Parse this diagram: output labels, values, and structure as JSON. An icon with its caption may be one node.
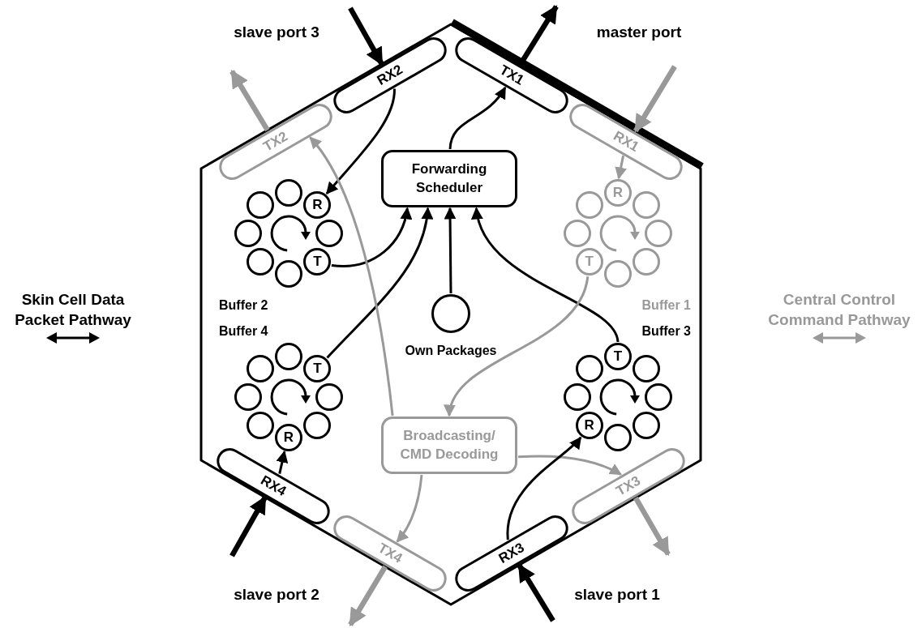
{
  "diagram": {
    "nodes": [
      {
        "text": [
          "RX2"
        ]
      },
      {
        "text": [
          "TX1"
        ]
      },
      {
        "text": [
          "TX2"
        ]
      },
      {
        "text": [
          "RX1"
        ]
      },
      {
        "text": [
          "Forwarding Scheduler"
        ]
      },
      {
        "text": [],
        "shape": "circle"
      },
      {
        "text": [
          "R"
        ]
      },
      {
        "text": [],
        "shape": "circle"
      },
      {
        "text": [
          "T"
        ]
      },
      {
        "text": [],
        "shape": "circle"
      },
      {
        "text": [],
        "shape": "circle"
      },
      {
        "text": [],
        "shape": "circle"
      },
      {
        "text": [],
        "shape": "circle"
      },
      {
        "text": [
          "R"
        ]
      },
      {
        "text": [],
        "shape": "circle"
      },
      {
        "text": [],
        "shape": "circle"
      },
      {
        "text": [],
        "shape": "circle"
      },
      {
        "text": [],
        "shape": "circle"
      },
      {
        "text": [
          "T"
        ]
      },
      {
        "text": [],
        "shape": "circle"
      },
      {
        "text": [],
        "shape": "circle"
      },
      {
        "text": [],
        "shape": "circle",
        "beside": [
          "Own Packages"
        ]
      },
      {
        "text": [],
        "shape": "circle"
      },
      {
        "text": [
          "T"
        ]
      },
      {
        "text": [],
        "shape": "circle"
      },
      {
        "text": [],
        "shape": "circle"
      },
      {
        "text": [
          "R"
        ]
      },
      {
        "text": [],
        "shape": "circle"
      },
      {
        "text": [],
        "shape": "circle"
      },
      {
        "text": [],
        "shape": "circle"
      },
      {
        "text": [
          "T"
        ]
      },
      {
        "text": [],
        "shape": "circle"
      },
      {
        "text": [],
        "shape": "circle"
      },
      {
        "text": [],
        "shape": "circle"
      },
      {
        "text": [],
        "shape": "circle"
      },
      {
        "text": [
          "R"
        ]
      },
      {
        "text": [],
        "shape": "circle"
      },
      {
        "text": [],
        "shape": "circle"
      },
      {
        "text": [
          "Broadcasting/ CMD Decoding"
        ]
      },
      {
        "text": [
          "RX4"
        ]
      },
      {
        "text": [
          "TX4"
        ]
      },
      {
        "text": [
          "RX3"
        ]
      },
      {
        "text": [
          "TX3"
        ]
      }
    ],
    "edges": [
      {
        "from": null,
        "to": 0,
        "arrow": "to",
        "style": "thick"
      },
      {
        "from": 1,
        "to": null,
        "arrow": "to",
        "style": "thick"
      },
      {
        "from": null,
        "to": 3,
        "arrow": "to",
        "style": "thick",
        "color": "#999999"
      },
      {
        "from": 2,
        "to": null,
        "arrow": "to",
        "style": "thick",
        "color": "#999999"
      },
      {
        "from": null,
        "to": 39,
        "arrow": "to",
        "style": "thick"
      },
      {
        "from": 40,
        "to": null,
        "arrow": "to",
        "style": "thick",
        "color": "#999999"
      },
      {
        "from": null,
        "to": 41,
        "arrow": "to",
        "style": "thick"
      },
      {
        "from": 42,
        "to": null,
        "arrow": "to",
        "style": "thick",
        "color": "#999999"
      },
      {
        "from": 0,
        "to": 6,
        "arrow": "to"
      },
      {
        "from": 8,
        "to": 4,
        "arrow": "to"
      },
      {
        "from": 23,
        "to": 4,
        "arrow": "to"
      },
      {
        "from": 21,
        "to": 4,
        "arrow": "to"
      },
      {
        "from": 30,
        "to": 4,
        "arrow": "to"
      },
      {
        "from": 4,
        "to": 1,
        "arrow": "to"
      },
      {
        "from": 3,
        "to": 13,
        "arrow": "to",
        "color": "#999999"
      },
      {
        "from": 18,
        "to": 38,
        "arrow": "to",
        "color": "#999999"
      },
      {
        "from": 38,
        "to": 2,
        "arrow": "to",
        "color": "#999999"
      },
      {
        "from": 38,
        "to": 42,
        "arrow": "to",
        "color": "#999999"
      },
      {
        "from": 38,
        "to": 40,
        "arrow": "to",
        "color": "#999999"
      },
      {
        "from": 39,
        "to": 26,
        "arrow": "to"
      },
      {
        "from": 41,
        "to": 35,
        "arrow": "to"
      }
    ],
    "labels": [
      "slave port 3",
      "master port",
      "Buffer 2",
      "Buffer 1",
      "Buffer 4",
      "Buffer 3",
      "slave port 2",
      "slave port 1"
    ],
    "legend": [
      {
        "text": "Skin Cell Data Packet Pathway"
      },
      {
        "text": "Central Control Command Pathway"
      }
    ]
  }
}
